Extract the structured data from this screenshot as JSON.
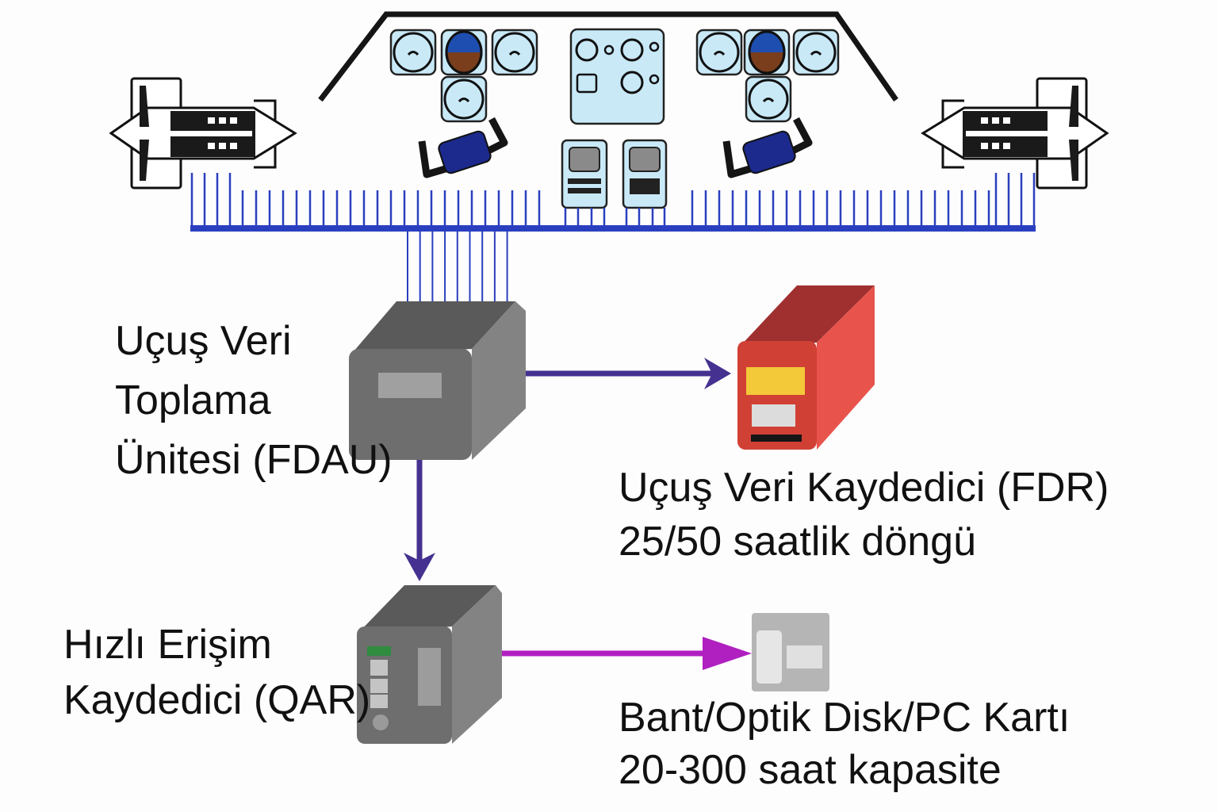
{
  "labels": {
    "fdau": [
      "Uçuş Veri",
      "Toplama",
      "Ünitesi (FDAU)"
    ],
    "fdr": [
      "Uçuş Veri Kaydedici (FDR)",
      "25/50 saatlik döngü"
    ],
    "qar": [
      "Hızlı Erişim",
      "Kaydedici (QAR)"
    ],
    "media": [
      "Bant/Optik Disk/PC Kartı",
      "20-300 saat kapasite"
    ]
  },
  "colors": {
    "bus": "#2a3fbf",
    "fdau_to_fdr_arrow": "#45318f",
    "qar_to_media_arrow": "#b01fc0",
    "fdr_body": "#d04035",
    "fdr_label_plate": "#f3c93a",
    "unit_gray": "#6e6e6e"
  },
  "icons": [
    "cockpit-outline-icon",
    "flight-instrument-icon",
    "attitude-indicator-icon",
    "control-yoke-icon",
    "cdu-terminal-icon",
    "jet-engine-icon",
    "fdau-unit-icon",
    "fdr-recorder-icon",
    "qar-unit-icon",
    "storage-media-icon"
  ]
}
